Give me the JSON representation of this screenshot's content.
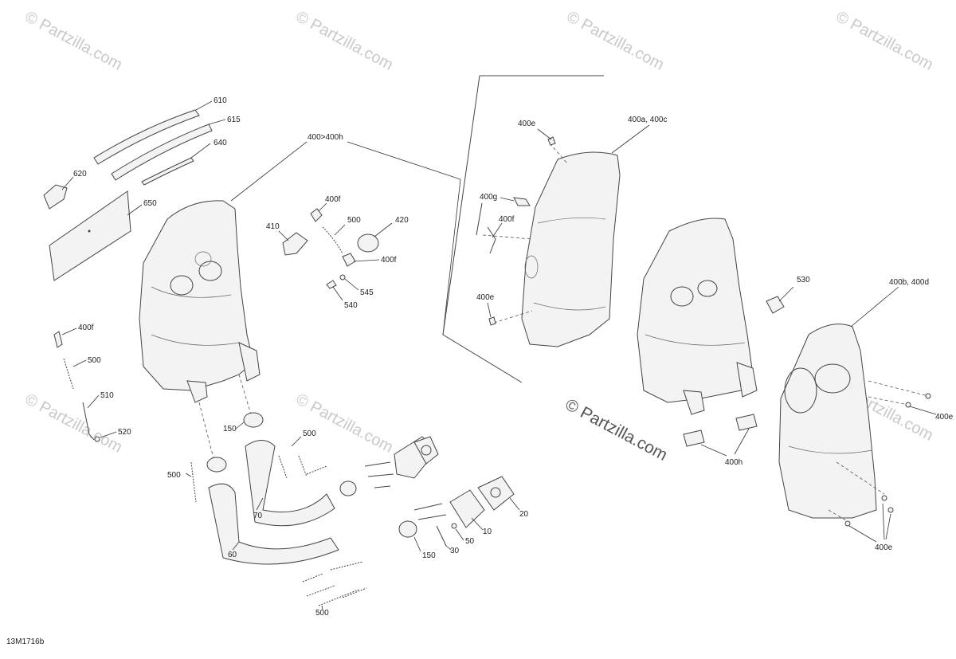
{
  "watermark": {
    "text": "© Partzilla.com",
    "main_text": "© Partzilla.com"
  },
  "diagram_ref": "13M1716b",
  "labels": {
    "l610": "610",
    "l615": "615",
    "l640": "640",
    "l620": "620",
    "l650": "650",
    "l400_400h": "400>400h",
    "l400f_a": "400f",
    "l410": "410",
    "l500_a": "500",
    "l420": "420",
    "l400f_b": "400f",
    "l545": "545",
    "l540": "540",
    "l400f_c": "400f",
    "l500_b": "500",
    "l510": "510",
    "l520": "520",
    "l150_a": "150",
    "l500_c": "500",
    "l500_d": "500",
    "l70": "70",
    "l60": "60",
    "l150_b": "150",
    "l30": "30",
    "l50": "50",
    "l10": "10",
    "l20": "20",
    "l500_e": "500",
    "l400e_a": "400e",
    "l400a_400c": "400a, 400c",
    "l400g": "400g",
    "l400f_d": "400f",
    "l400e_b": "400e",
    "l530": "530",
    "l400b_400d": "400b, 400d",
    "l400e_c": "400e",
    "l400h": "400h",
    "l400e_d": "400e"
  }
}
